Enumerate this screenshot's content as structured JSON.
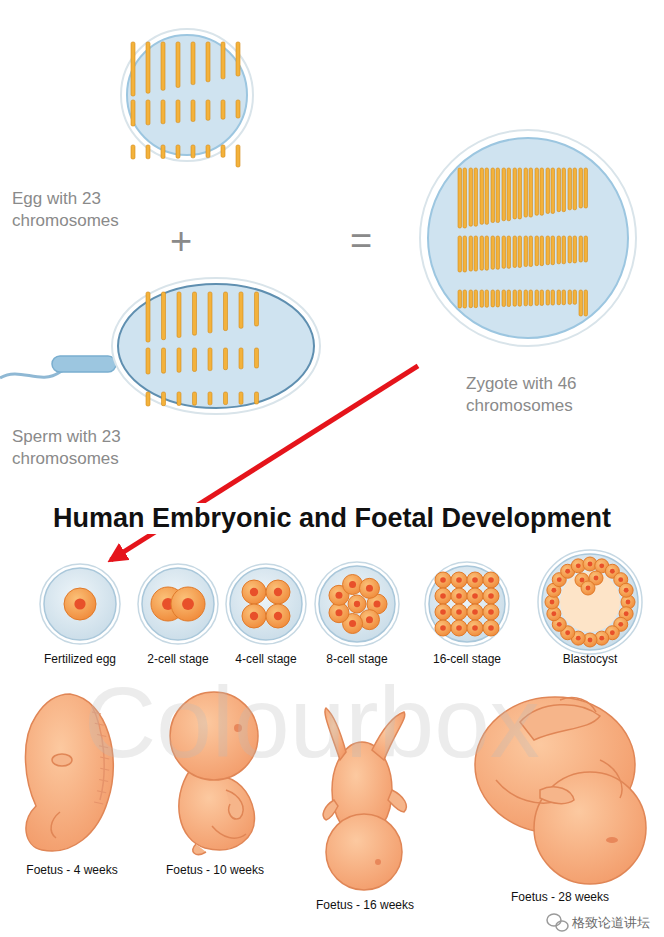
{
  "diagram": {
    "title": "Human Embryonic and Foetal Development",
    "nodes": [
      {
        "text": [
          "Egg with 23 chromosomes"
        ]
      },
      {
        "text": [
          "Sperm with 23 chromosomes"
        ]
      },
      {
        "text": [
          "Zygote with 46 chromosomes"
        ]
      },
      {
        "text": [
          "Fertilized egg"
        ]
      },
      {
        "text": [
          "2-cell stage"
        ]
      },
      {
        "text": [
          "4-cell stage"
        ]
      },
      {
        "text": [
          "8-cell stage"
        ]
      },
      {
        "text": [
          "16-cell stage"
        ]
      },
      {
        "text": [
          "Blastocyst"
        ]
      },
      {
        "text": [
          "Foetus - 4 weeks"
        ]
      },
      {
        "text": [
          "Foetus - 10 weeks"
        ]
      },
      {
        "text": [
          "Foetus - 16 weeks"
        ]
      },
      {
        "text": [
          "Foetus - 28 weeks"
        ]
      }
    ],
    "edges": [
      {
        "from": 2,
        "to": 3,
        "arrow": "to"
      }
    ],
    "labels": [
      "+",
      "=",
      "Colourbox",
      "格致论道讲坛"
    ]
  }
}
